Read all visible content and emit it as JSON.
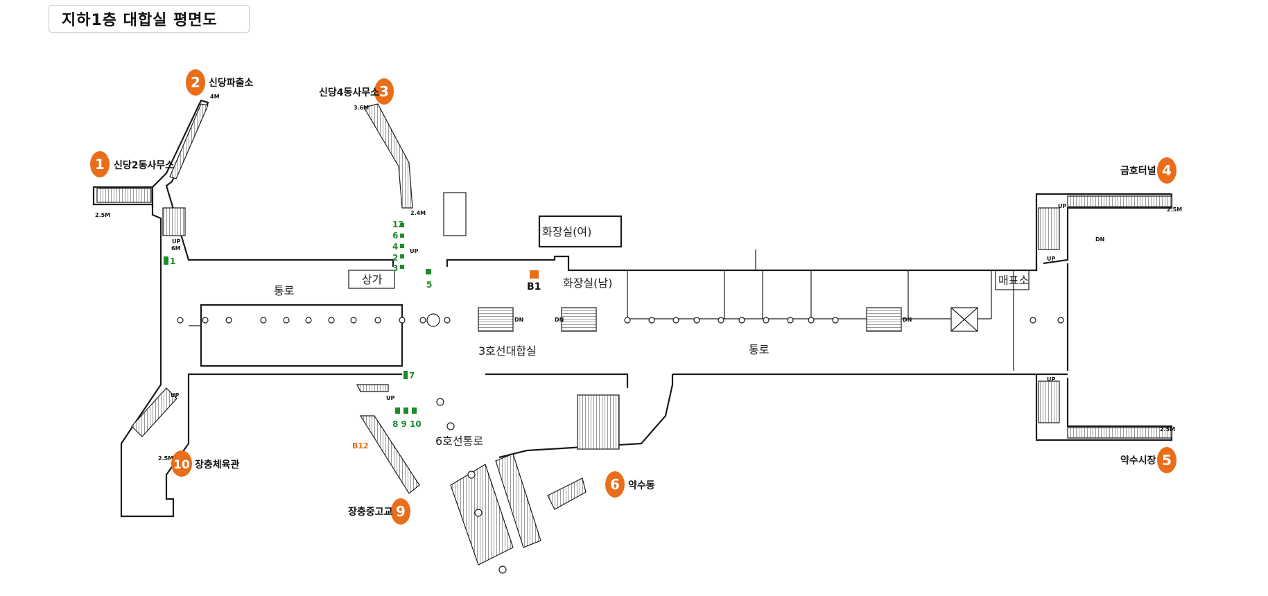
{
  "title": "지하1층 대합실 평면도",
  "colors": {
    "exit": "#ea6d1a",
    "elevator": "#1e8a2a",
    "b1": "#ea6d1a",
    "wall": "#1a1a1a"
  },
  "exits": [
    {
      "num": "1",
      "name": "신당2동사무소"
    },
    {
      "num": "2",
      "name": "신당파출소"
    },
    {
      "num": "3",
      "name": "신당4동사무소"
    },
    {
      "num": "4",
      "name": "금호터널"
    },
    {
      "num": "5",
      "name": "약수시장"
    },
    {
      "num": "6",
      "name": "약수동"
    },
    {
      "num": "9",
      "name": "장충중고교"
    },
    {
      "num": "10",
      "name": "장충체육관"
    }
  ],
  "rooms": {
    "corridor_left": "통로",
    "shop": "상가",
    "restroom_f": "화장실(여)",
    "restroom_m": "화장실(남)",
    "ticket": "매표소",
    "concourse": "3호선대합실",
    "corridor_right": "통로",
    "line6": "6호선통로"
  },
  "markers": {
    "b1": "B1",
    "b12": "B12",
    "elev1": "1",
    "elev5": "5",
    "elev7": "7",
    "elev_group_8_9_10": "8 9 10",
    "elev_stack": [
      "12",
      "6",
      "4",
      "2",
      "3"
    ]
  },
  "small_labels": {
    "e1_width": "2.5M",
    "e2_width": "4M",
    "e3_width": "3.6M",
    "e3_inner": "2.4M",
    "e4_width": "2.5M",
    "e5_width": "2.5M",
    "e10_width": "2.5M",
    "up": "UP",
    "dn": "DN",
    "six_m": "6M"
  }
}
